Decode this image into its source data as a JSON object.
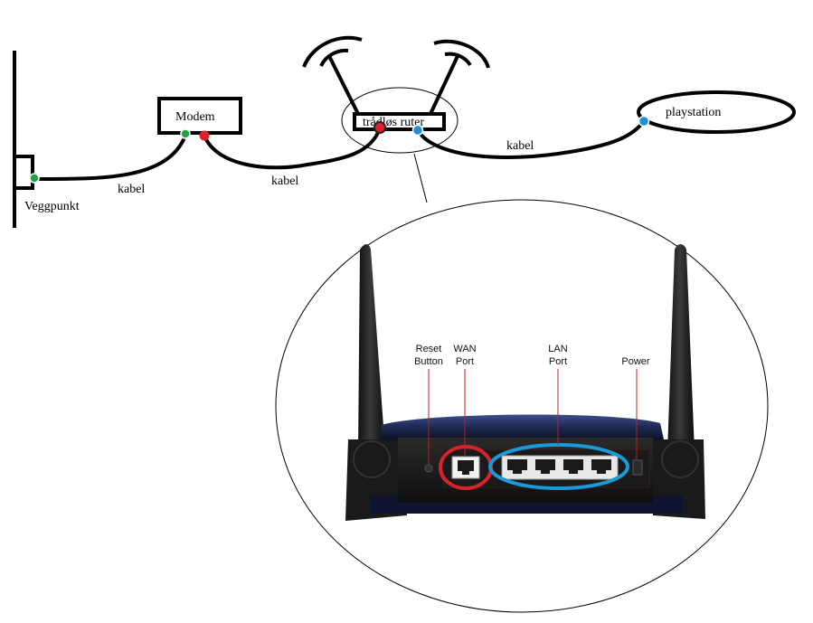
{
  "diagram": {
    "nodes": {
      "wall": {
        "label": "Veggpunkt"
      },
      "modem": {
        "label": "Modem"
      },
      "router": {
        "label": "trådløs ruter"
      },
      "playstation": {
        "label": "playstation"
      }
    },
    "edges": [
      {
        "from": "wall",
        "to": "modem",
        "label": "kabel"
      },
      {
        "from": "modem",
        "to": "router",
        "label": "kabel"
      },
      {
        "from": "router",
        "to": "playstation",
        "label": "kabel"
      }
    ],
    "colors": {
      "wall_modem_port": "#22a04a",
      "wan_port": "#e0202a",
      "lan_port": "#1e90d6",
      "line": "#000000"
    }
  },
  "router_photo": {
    "labels": {
      "reset": [
        "Reset",
        "Button"
      ],
      "wan": [
        "WAN",
        "Port"
      ],
      "lan": [
        "LAN",
        "Port"
      ],
      "power": [
        "Power"
      ]
    },
    "highlight_colors": {
      "wan": "#d8232a",
      "lan": "#1a9ad6"
    }
  }
}
